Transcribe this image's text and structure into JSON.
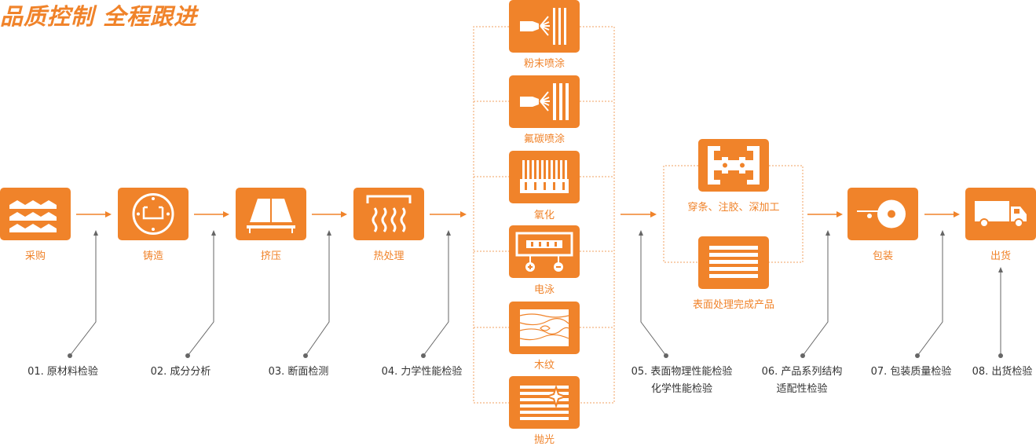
{
  "header": {
    "title": "品质控制  全程跟进"
  },
  "colors": {
    "accent": "#f0832a",
    "connector": "#666666",
    "dotted": "#f0a060"
  },
  "process_steps": [
    {
      "label": "采购",
      "icon": "aluminum-profiles-icon"
    },
    {
      "label": "铸造",
      "icon": "casting-mold-icon"
    },
    {
      "label": "挤压",
      "icon": "extrusion-press-icon"
    },
    {
      "label": "热处理",
      "icon": "heat-treatment-icon"
    }
  ],
  "surface_options": [
    {
      "label": "粉末喷涂",
      "icon": "powder-spray-icon"
    },
    {
      "label": "氟碳喷涂",
      "icon": "fluorocarbon-spray-icon"
    },
    {
      "label": "氧化",
      "icon": "oxidation-icon"
    },
    {
      "label": "电泳",
      "icon": "electrophoresis-icon"
    },
    {
      "label": "木纹",
      "icon": "wood-grain-icon"
    },
    {
      "label": "抛光",
      "icon": "polishing-icon"
    }
  ],
  "fabrication": {
    "items": [
      {
        "label": "穿条、注胶、深加工",
        "icon": "profile-section-icon"
      },
      {
        "label": "表面处理完成产品",
        "icon": "finished-product-icon"
      }
    ]
  },
  "final_steps": [
    {
      "label": "包装",
      "icon": "packaging-roll-icon"
    },
    {
      "label": "出货",
      "icon": "delivery-truck-icon"
    }
  ],
  "quality_checks": [
    {
      "lines": [
        "01. 原材料检验"
      ]
    },
    {
      "lines": [
        "02. 成分分析"
      ]
    },
    {
      "lines": [
        "03. 断面检测"
      ]
    },
    {
      "lines": [
        "04. 力学性能检验"
      ]
    },
    {
      "lines": [
        "05. 表面物理性能检验",
        "化学性能检验"
      ]
    },
    {
      "lines": [
        "06. 产品系列结构",
        "适配性检验"
      ]
    },
    {
      "lines": [
        "07. 包装质量检验"
      ]
    },
    {
      "lines": [
        "08. 出货检验"
      ]
    }
  ]
}
